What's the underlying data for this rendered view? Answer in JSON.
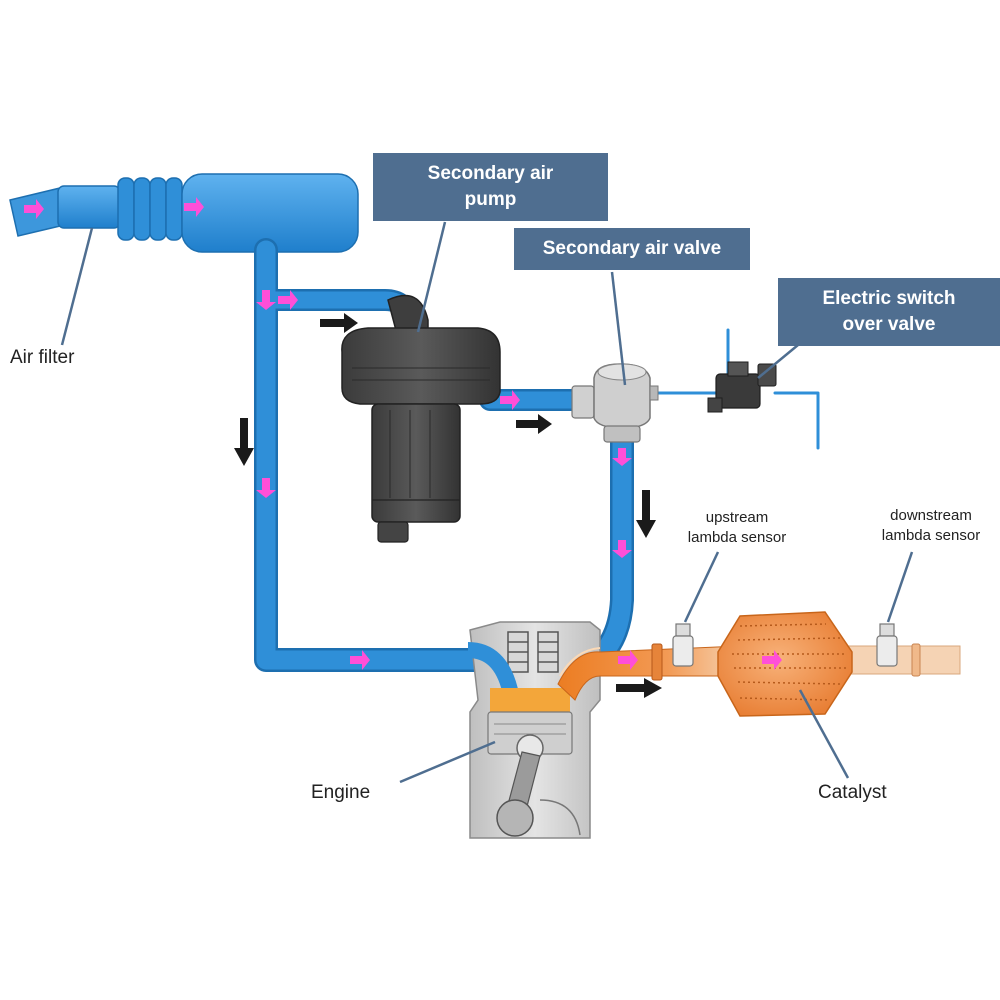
{
  "callouts": {
    "pump": "Secondary air\npump",
    "valve": "Secondary air valve",
    "switch": "Electric switch\nover valve"
  },
  "labels": {
    "air_filter": "Air filter",
    "upstream_sensor": "upstream\nlambda sensor",
    "downstream_sensor": "downstream\nlambda sensor",
    "engine": "Engine",
    "catalyst": "Catalyst"
  },
  "colors": {
    "air_pipe": "#2f8fd8",
    "air_pipe_edge": "#1d6fb0",
    "exhaust": "#f0a56b",
    "exhaust_dark": "#e2781f",
    "flow_arrow": "#ff4fd8",
    "callout_bg": "#4f6e90",
    "component_gray": "#4a4a4a"
  }
}
